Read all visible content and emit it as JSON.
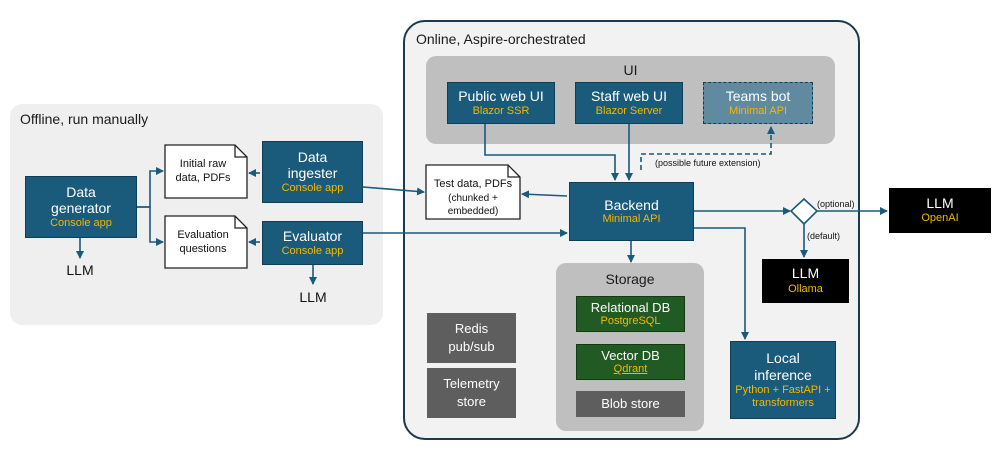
{
  "regions": {
    "offline": "Offline, run manually",
    "online": "Online, Aspire-orchestrated"
  },
  "groups": {
    "ui": "UI",
    "storage": "Storage"
  },
  "nodes": {
    "data_generator": {
      "title": "Data generator",
      "subtitle": "Console app"
    },
    "data_ingester": {
      "title": "Data ingester",
      "subtitle": "Console app"
    },
    "evaluator": {
      "title": "Evaluator",
      "subtitle": "Console app"
    },
    "public_web_ui": {
      "title": "Public web UI",
      "subtitle": "Blazor SSR"
    },
    "staff_web_ui": {
      "title": "Staff web UI",
      "subtitle": "Blazor Server"
    },
    "teams_bot": {
      "title": "Teams bot",
      "subtitle": "Minimal API"
    },
    "backend": {
      "title": "Backend",
      "subtitle": "Minimal API"
    },
    "relational_db": {
      "title": "Relational DB",
      "subtitle": "PostgreSQL"
    },
    "vector_db": {
      "title": "Vector DB",
      "subtitle": "Qdrant"
    },
    "blob_store": {
      "title": "Blob store"
    },
    "redis": {
      "title": "Redis pub/sub"
    },
    "telemetry": {
      "title": "Telemetry store"
    },
    "local_inference": {
      "title": "Local inference",
      "subtitle": "Python + FastAPI + transformers"
    },
    "llm_openai": {
      "title": "LLM",
      "subtitle": "OpenAI"
    },
    "llm_ollama": {
      "title": "LLM",
      "subtitle": "Ollama"
    }
  },
  "documents": {
    "initial_raw": "Initial raw data, PDFs",
    "eval_questions": "Evaluation questions",
    "test_data": "Test data, PDFs",
    "test_data_note": "(chunked + embedded)"
  },
  "labels": {
    "llm_gen": "LLM",
    "llm_eval": "LLM",
    "future_extension": "(possible future extension)",
    "optional": "(optional)",
    "default": "(default)"
  },
  "colors": {
    "node_blue": "#1a5a7a",
    "accent_yellow": "#f5b800",
    "db_green": "#215a22",
    "aux_gray": "#5e5e5e",
    "edge": "#1a5a7a"
  }
}
